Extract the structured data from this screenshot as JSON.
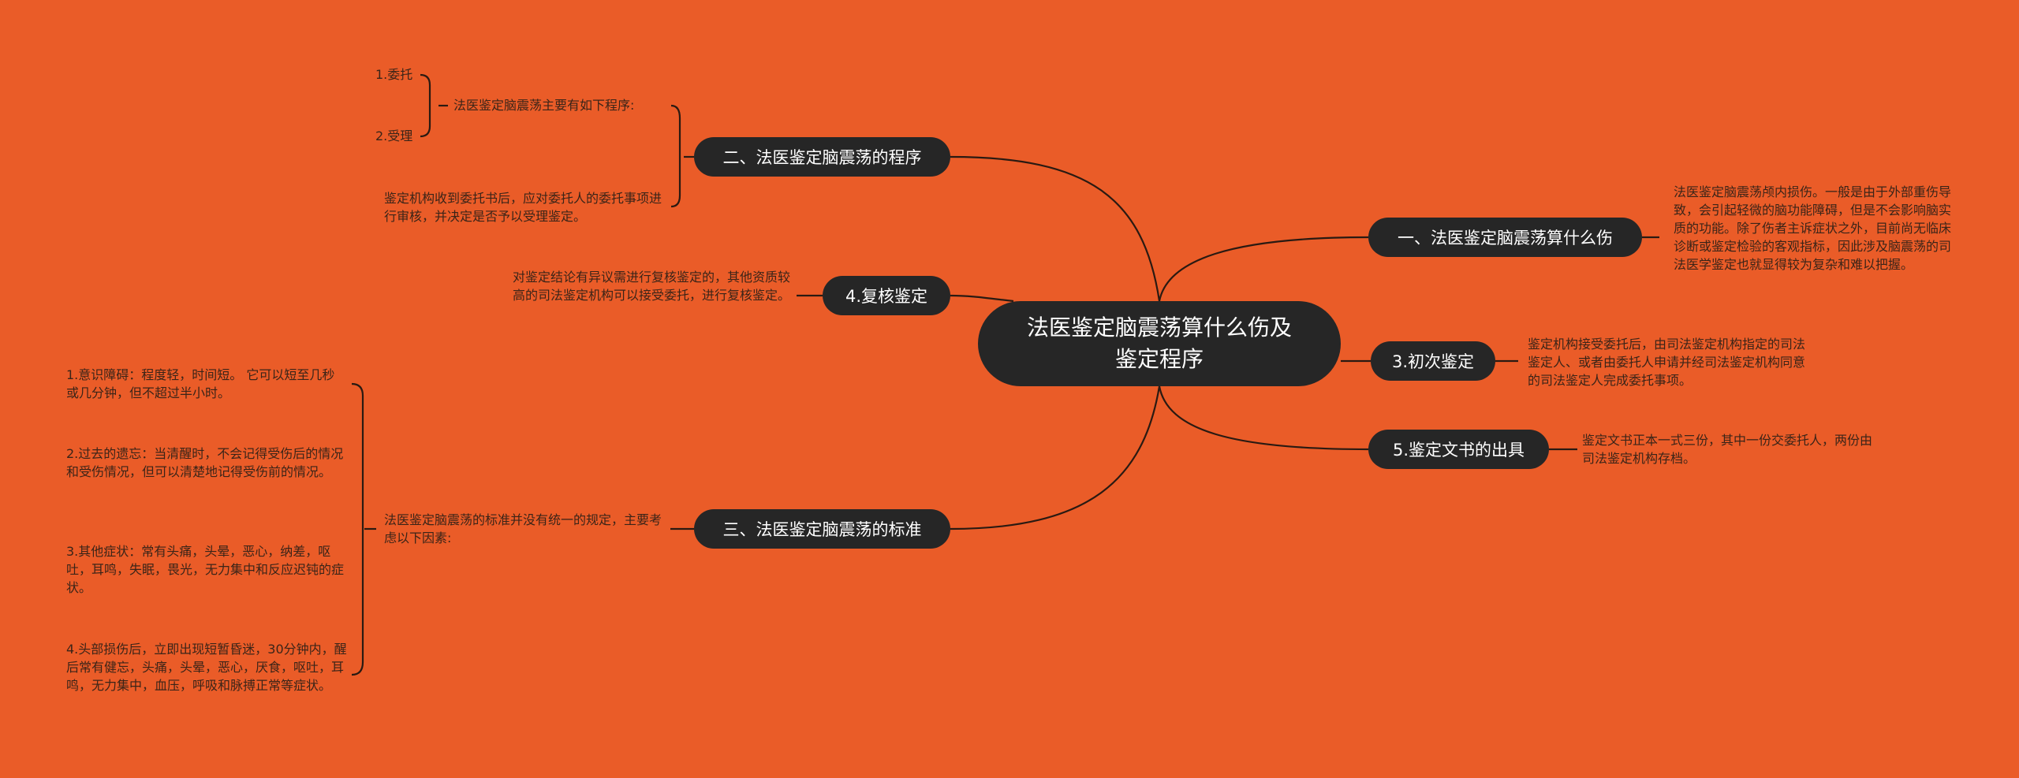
{
  "root": {
    "title": "法医鉴定脑震荡算什么伤及鉴定程序"
  },
  "branches": {
    "b1": {
      "label": "一、法医鉴定脑震荡算什么伤",
      "note": "法医鉴定脑震荡颅内损伤。一般是由于外部重伤导致，会引起轻微的脑功能障碍，但是不会影响脑实质的功能。除了伤者主诉症状之外，目前尚无临床诊断或鉴定检验的客观指标，因此涉及脑震荡的司法医学鉴定也就显得较为复杂和难以把握。"
    },
    "b2": {
      "label": "二、法医鉴定脑震荡的程序",
      "sub_note": "法医鉴定脑震荡主要有如下程序:",
      "items": [
        "1.委托",
        "2.受理"
      ],
      "note": "鉴定机构收到委托书后，应对委托人的委托事项进行审核，并决定是否予以受理鉴定。"
    },
    "b3": {
      "label": "3.初次鉴定",
      "note": "鉴定机构接受委托后，由司法鉴定机构指定的司法鉴定人、或者由委托人申请并经司法鉴定机构同意的司法鉴定人完成委托事项。"
    },
    "b4": {
      "label": "4.复核鉴定",
      "note": "对鉴定结论有异议需进行复核鉴定的，其他资质较高的司法鉴定机构可以接受委托，进行复核鉴定。"
    },
    "b5": {
      "label": "5.鉴定文书的出具",
      "note": "鉴定文书正本一式三份，其中一份交委托人，两份由司法鉴定机构存档。"
    },
    "b6": {
      "label": "三、法医鉴定脑震荡的标准",
      "note": "法医鉴定脑震荡的标准并没有统一的规定，主要考虑以下因素:",
      "items": [
        "1.意识障碍：程度轻，时间短。 它可以短至几秒或几分钟，但不超过半小时。",
        "2.过去的遗忘：当清醒时，不会记得受伤后的情况和受伤情况，但可以清楚地记得受伤前的情况。",
        "3.其他症状：常有头痛，头晕，恶心，纳差，呕吐，耳鸣，失眠，畏光，无力集中和反应迟钝的症状。",
        "4.头部损伤后，立即出现短暂昏迷，30分钟内，醒后常有健忘，头痛，头晕，恶心，厌食，呕吐，耳鸣，无力集中，血压，呼吸和脉搏正常等症状。"
      ]
    }
  },
  "colors": {
    "background": "#ea5c28",
    "node_fill": "#262626",
    "link": "#2a1a12"
  }
}
